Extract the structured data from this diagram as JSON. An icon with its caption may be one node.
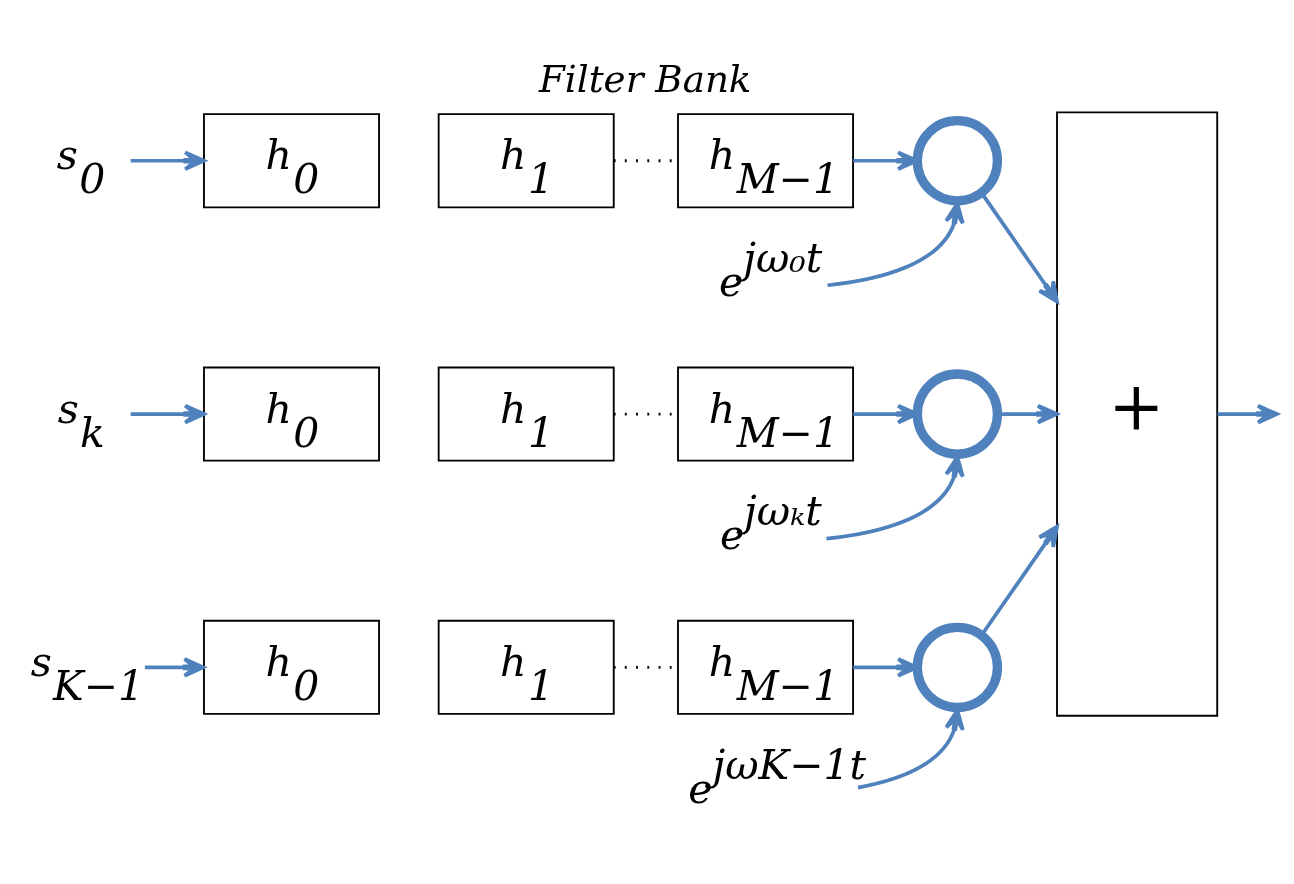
{
  "diagram": {
    "title": "Filter Bank",
    "nodes": [
      {
        "text": [
          "s$_{0}$"
        ]
      },
      {
        "text": [
          "h$_{0}$"
        ]
      },
      {
        "text": [
          "h$_{1}$"
        ]
      },
      {
        "text": [
          "h$_{M−1}$"
        ]
      },
      {
        "text": [],
        "shape": "circle"
      },
      {
        "text": [
          "e$^{jω₀t}$"
        ]
      },
      {
        "text": [
          "s$_{k}$"
        ]
      },
      {
        "text": [
          "h$_{0}$"
        ]
      },
      {
        "text": [
          "h$_{1}$"
        ]
      },
      {
        "text": [
          "h$_{M−1}$"
        ]
      },
      {
        "text": [],
        "shape": "circle"
      },
      {
        "text": [
          "e$^{jωₖt}$"
        ]
      },
      {
        "text": [
          "s$_{K−1}$"
        ]
      },
      {
        "text": [
          "h$_{0}$"
        ]
      },
      {
        "text": [
          "h$_{1}$"
        ]
      },
      {
        "text": [
          "h$_{M−1}$"
        ]
      },
      {
        "text": [],
        "shape": "circle"
      },
      {
        "text": [
          "e$^{jωK−1t}$"
        ]
      },
      {
        "text": [
          "+"
        ]
      }
    ],
    "edges": [
      {
        "from": 0,
        "to": 1,
        "arrow": "to"
      },
      {
        "from": 2,
        "to": 3,
        "arrow": "none",
        "style": "dashed",
        "color": "#000000"
      },
      {
        "from": 3,
        "to": 4,
        "arrow": "to"
      },
      {
        "from": 5,
        "to": 4,
        "arrow": "to"
      },
      {
        "from": 4,
        "to": 18,
        "arrow": "to"
      },
      {
        "from": 6,
        "to": 7,
        "arrow": "to"
      },
      {
        "from": 8,
        "to": 9,
        "arrow": "none",
        "style": "dashed",
        "color": "#000000"
      },
      {
        "from": 9,
        "to": 10,
        "arrow": "to"
      },
      {
        "from": 11,
        "to": 10,
        "arrow": "to"
      },
      {
        "from": 10,
        "to": 18,
        "arrow": "to"
      },
      {
        "from": 12,
        "to": 13,
        "arrow": "to"
      },
      {
        "from": 14,
        "to": 15,
        "arrow": "none",
        "style": "dashed",
        "color": "#000000"
      },
      {
        "from": 15,
        "to": 16,
        "arrow": "to"
      },
      {
        "from": 17,
        "to": 16,
        "arrow": "to"
      },
      {
        "from": 16,
        "to": 18,
        "arrow": "to"
      },
      {
        "from": 18,
        "to": null,
        "arrow": "to"
      }
    ]
  }
}
